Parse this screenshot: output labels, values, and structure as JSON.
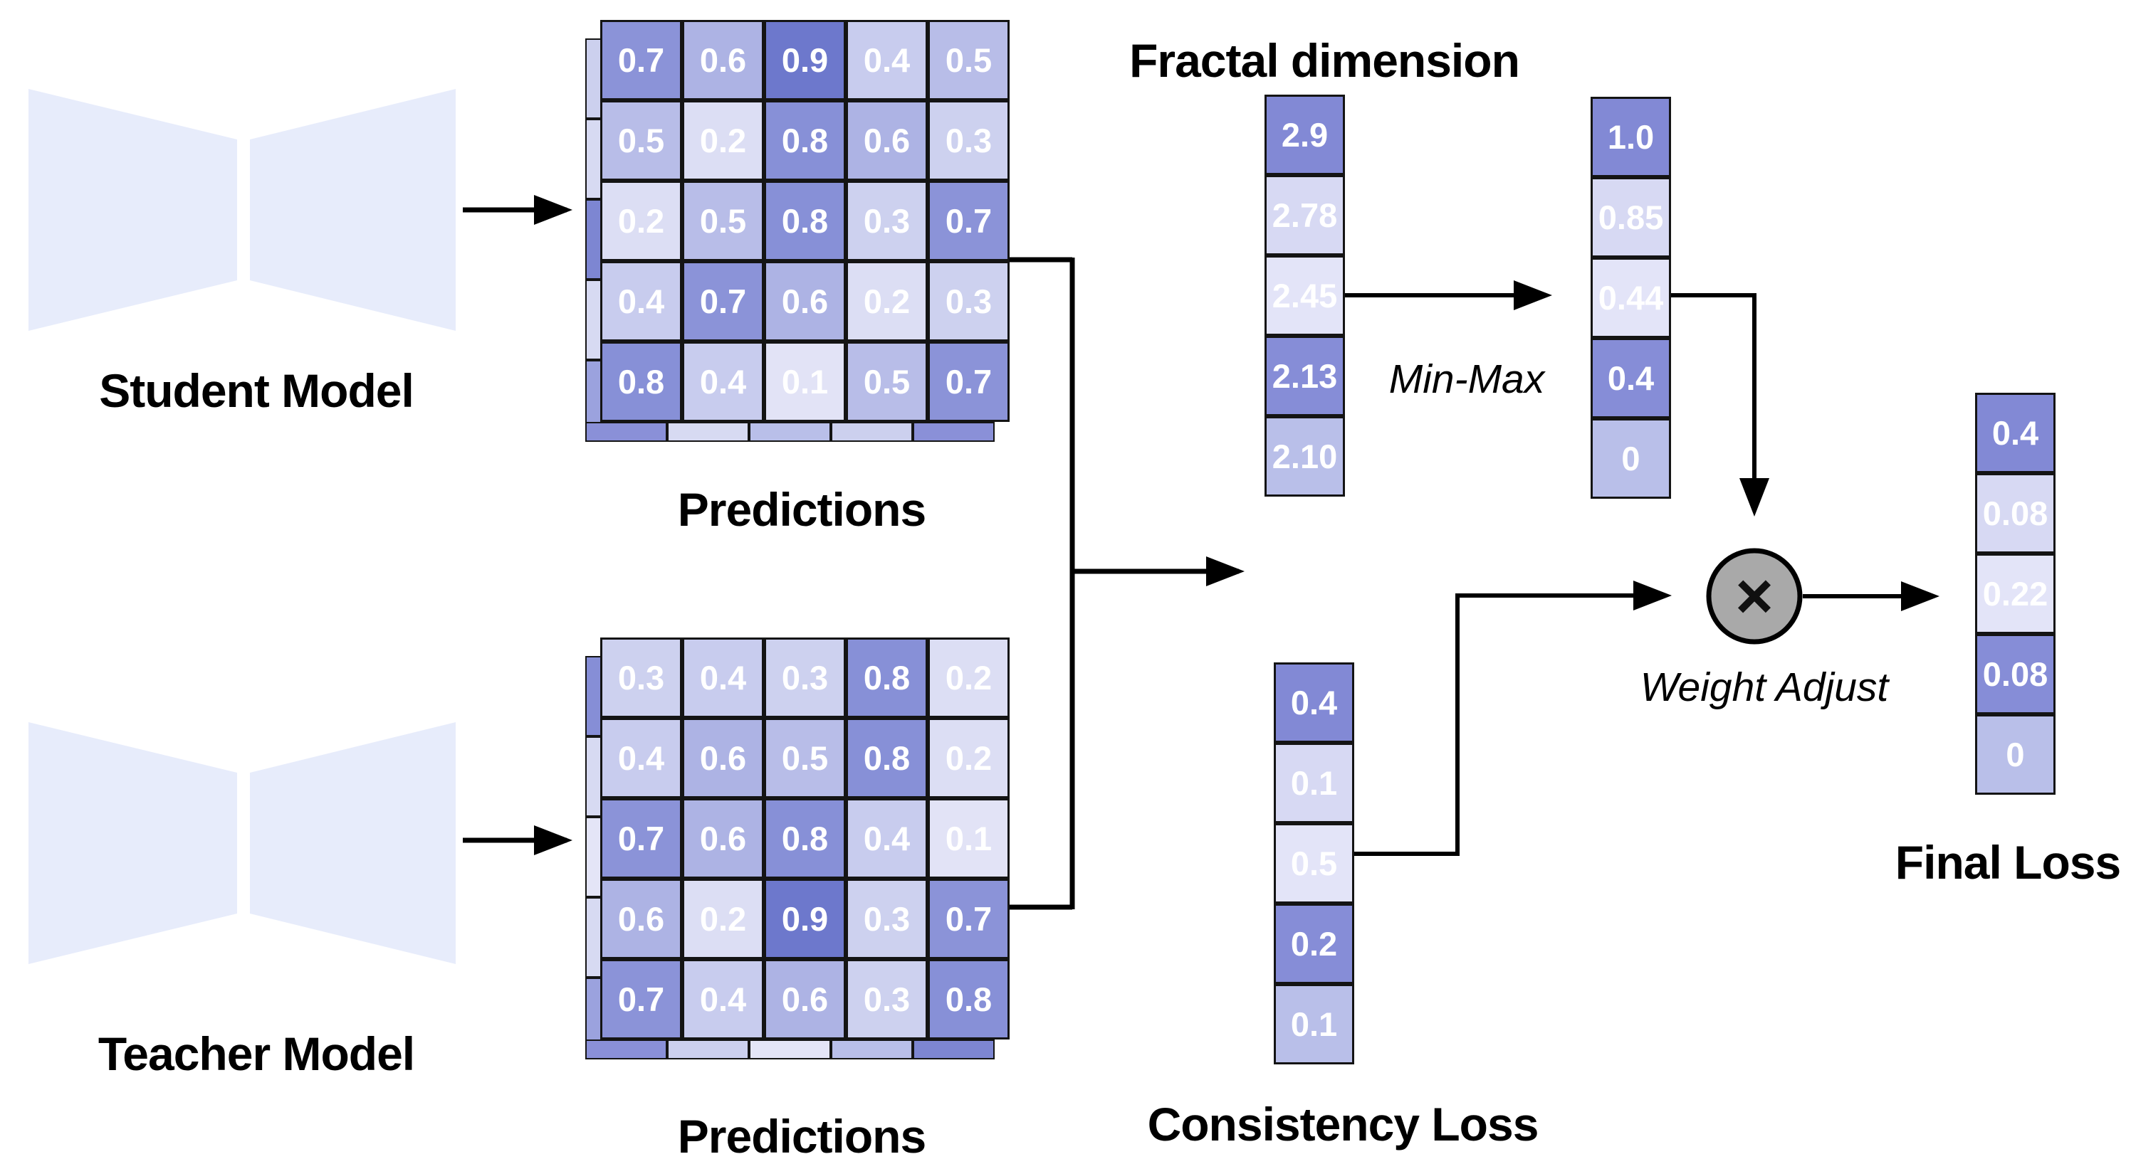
{
  "diagram": {
    "student": {
      "label": "Student Model",
      "predictions_label": "Predictions",
      "matrix": [
        [
          "0.7",
          "0.6",
          "0.9",
          "0.4",
          "0.5"
        ],
        [
          "0.5",
          "0.2",
          "0.8",
          "0.6",
          "0.3"
        ],
        [
          "0.2",
          "0.5",
          "0.8",
          "0.3",
          "0.7"
        ],
        [
          "0.4",
          "0.7",
          "0.6",
          "0.2",
          "0.3"
        ],
        [
          "0.8",
          "0.4",
          "0.1",
          "0.5",
          "0.7"
        ]
      ],
      "shadow_left": [
        "#ccd0ee",
        "#d7daf2",
        "#7d86d2",
        "#d7daf2",
        "#9ba2de"
      ],
      "shadow_bottom": [
        "#8a90d8",
        "#d7daf2",
        "#b9bfe9",
        "#ccd0ee",
        "#8a90d8"
      ]
    },
    "teacher": {
      "label": "Teacher Model",
      "predictions_label": "Predictions",
      "matrix": [
        [
          "0.3",
          "0.4",
          "0.3",
          "0.8",
          "0.2"
        ],
        [
          "0.4",
          "0.6",
          "0.5",
          "0.8",
          "0.2"
        ],
        [
          "0.7",
          "0.6",
          "0.8",
          "0.4",
          "0.1"
        ],
        [
          "0.6",
          "0.2",
          "0.9",
          "0.3",
          "0.7"
        ],
        [
          "0.7",
          "0.4",
          "0.6",
          "0.3",
          "0.8"
        ]
      ],
      "shadow_left": [
        "#868ed6",
        "#d7daf2",
        "#e4e5f7",
        "#d7daf2",
        "#9ba2de"
      ],
      "shadow_bottom": [
        "#8a90d8",
        "#ccd0ee",
        "#e4e5f7",
        "#b9bfe9",
        "#7d86d2"
      ]
    },
    "fractal_dimension": {
      "title": "Fractal dimension",
      "values": [
        "2.9",
        "2.78",
        "2.45",
        "2.13",
        "2.10"
      ]
    },
    "min_max": {
      "label": "Min-Max",
      "values": [
        "1.0",
        "0.85",
        "0.44",
        "0.4",
        "0"
      ]
    },
    "consistency_loss": {
      "title": "Consistency Loss",
      "values": [
        "0.4",
        "0.1",
        "0.5",
        "0.2",
        "0.1"
      ]
    },
    "final_loss": {
      "title": "Final Loss",
      "values": [
        "0.4",
        "0.08",
        "0.22",
        "0.08",
        "0"
      ]
    },
    "weight_adjust": {
      "label": "Weight Adjust",
      "symbol": "×"
    }
  },
  "colors": {
    "value_scale": {
      "0.1": "#e2e3f6",
      "0.2": "#dcdef4",
      "0.3": "#cdd1ef",
      "0.4": "#c8ccee",
      "0.5": "#b8bde8",
      "0.6": "#adb3e4",
      "0.7": "#8b93d8",
      "0.8": "#8790d7",
      "0.9": "#6d78cc"
    },
    "row_palette": [
      "#8289d5",
      "#d7d9f3",
      "#e3e4f8",
      "#868dd7",
      "#b9bfe9"
    ],
    "model_fill": "#e7ecfb",
    "multiplier_fill": "#a9a9a9",
    "line": "#000000",
    "cell_text": "#ffffff"
  }
}
